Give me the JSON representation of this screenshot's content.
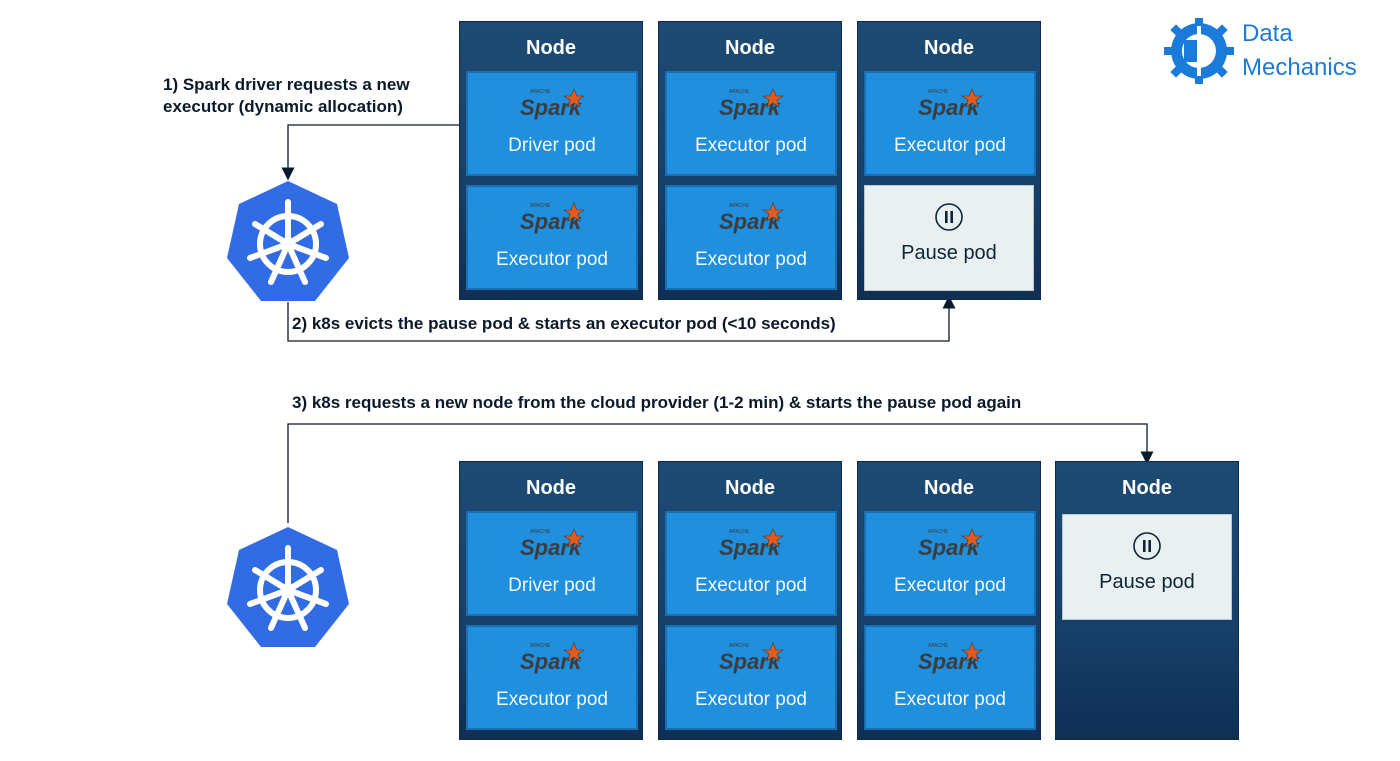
{
  "logo": {
    "line1": "Data",
    "line2": "Mechanics"
  },
  "steps": {
    "step1": "1) Spark driver requests a new\nexecutor (dynamic allocation)",
    "step2": "2) k8s evicts the pause pod & starts an executor pod (<10 seconds)",
    "step3": "3) k8s requests a new node from the cloud provider (1-2 min) & starts the pause pod again"
  },
  "top_cluster": {
    "nodes": [
      {
        "title": "Node",
        "pods": [
          "Driver pod",
          "Executor pod"
        ]
      },
      {
        "title": "Node",
        "pods": [
          "Executor pod",
          "Executor pod"
        ]
      },
      {
        "title": "Node",
        "pods": [
          "Executor pod"
        ],
        "pause_pod": "Pause pod"
      }
    ]
  },
  "bottom_cluster": {
    "nodes": [
      {
        "title": "Node",
        "pods": [
          "Driver pod",
          "Executor pod"
        ]
      },
      {
        "title": "Node",
        "pods": [
          "Executor pod",
          "Executor pod"
        ]
      },
      {
        "title": "Node",
        "pods": [
          "Executor pod",
          "Executor pod"
        ]
      },
      {
        "title": "Node",
        "pause_pod": "Pause pod"
      }
    ]
  },
  "icons": {
    "spark": "spark-logo-icon",
    "pause": "pause-icon",
    "kubernetes": "kubernetes-icon",
    "brand": "data-mechanics-logo-icon"
  },
  "colors": {
    "node_bg": "#174069",
    "pod_bg": "#1f8fde",
    "pause_bg": "#e8f0f1",
    "kubernetes": "#326ce5",
    "brand": "#1b7bd8",
    "spark_accent": "#e25a1c"
  }
}
